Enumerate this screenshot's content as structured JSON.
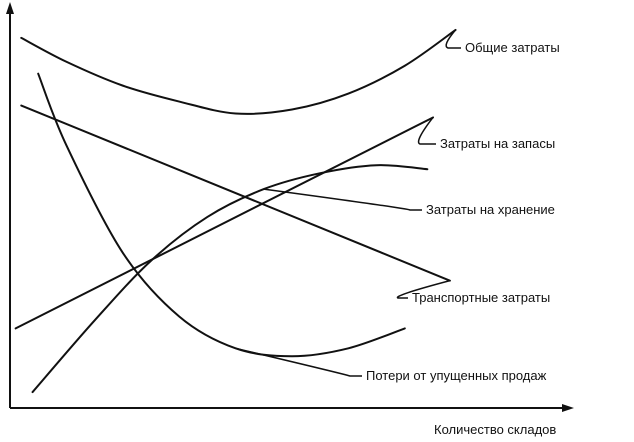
{
  "chart_data": {
    "type": "line",
    "title": "",
    "xlabel": "Количество складов",
    "ylabel": "",
    "grid": false,
    "xlim": [
      0,
      10
    ],
    "ylim": [
      0,
      10
    ],
    "series": [
      {
        "name": "Общие затраты",
        "x": [
          0.2,
          1.0,
          2.0,
          3.0,
          4.0,
          5.0,
          6.0,
          7.0,
          7.9
        ],
        "y": [
          9.3,
          8.7,
          8.1,
          7.7,
          7.4,
          7.5,
          7.9,
          8.6,
          9.5
        ]
      },
      {
        "name": "Затраты на запасы",
        "x": [
          0.1,
          7.5
        ],
        "y": [
          2.0,
          7.3
        ]
      },
      {
        "name": "Затраты на хранение",
        "x": [
          0.4,
          1.5,
          2.5,
          3.5,
          4.5,
          5.5,
          6.5,
          7.4
        ],
        "y": [
          0.4,
          2.2,
          3.7,
          4.8,
          5.5,
          5.9,
          6.1,
          6.0
        ]
      },
      {
        "name": "Транспортные затраты",
        "x": [
          0.2,
          7.8
        ],
        "y": [
          7.6,
          3.2
        ]
      },
      {
        "name": "Потери от упущенных продаж",
        "x": [
          0.5,
          1.0,
          2.0,
          3.0,
          4.0,
          5.0,
          6.0,
          7.0
        ],
        "y": [
          8.4,
          6.6,
          3.9,
          2.3,
          1.5,
          1.3,
          1.5,
          2.0
        ]
      }
    ]
  }
}
